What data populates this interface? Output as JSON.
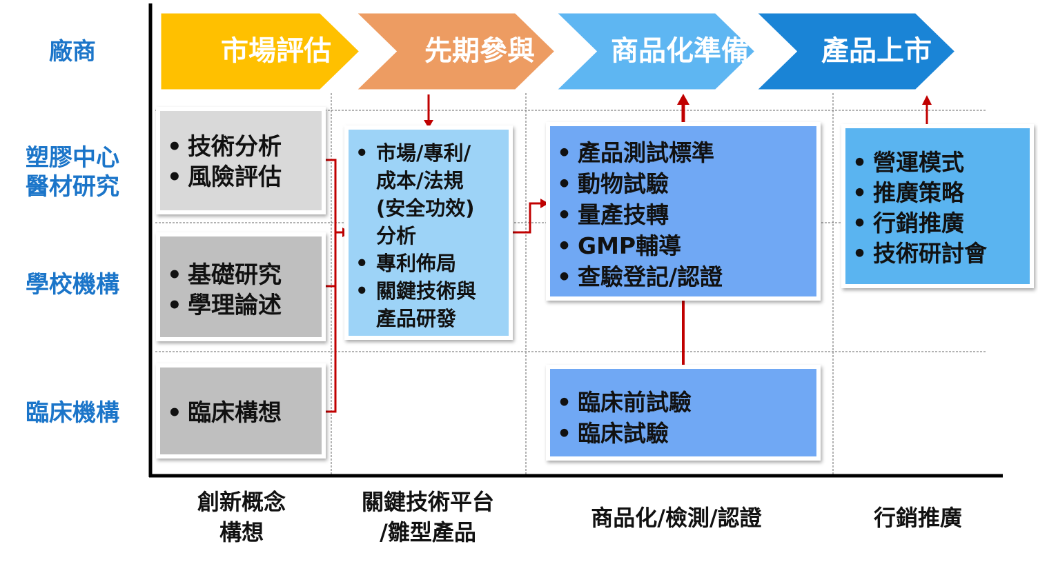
{
  "row_labels": {
    "vendor": "廠商",
    "plastics_center": [
      "塑膠中心",
      "醫材研究"
    ],
    "school": "學校機構",
    "clinical": "臨床機構"
  },
  "stages": [
    {
      "label": "市場評估",
      "color": "#ffc000"
    },
    {
      "label": "先期參與",
      "color": "#ed9c62"
    },
    {
      "label": "商品化準備",
      "color": "#5eb6f2"
    },
    {
      "label": "產品上市",
      "color": "#1a84d6"
    }
  ],
  "boxes": {
    "tech_analysis": {
      "items": [
        "技術分析",
        "風險評估"
      ],
      "color": "#d9d9d9"
    },
    "basic_research": {
      "items": [
        "基礎研究",
        "學理論述"
      ],
      "color": "#bfbfbf"
    },
    "clinical_concept": {
      "items": [
        "臨床構想"
      ],
      "color": "#bfbfbf"
    },
    "platform": {
      "items": [
        "市場/專利/成本/法規(安全功效)分析",
        "專利佈局",
        "關鍵技術與產品研發"
      ],
      "lines": [
        "市場/專利/",
        "成本/法規",
        "(安全功效)",
        "分析"
      ],
      "item3_lines": [
        "關鍵技術與",
        "產品研發"
      ],
      "color": "#9dd3f7"
    },
    "commercialization": {
      "items": [
        "產品測試標準",
        "動物試驗",
        "量產技轉",
        "GMP輔導",
        "查驗登記/認證"
      ],
      "color": "#70a8f4"
    },
    "preclinical": {
      "items": [
        "臨床前試驗",
        "臨床試驗"
      ],
      "color": "#70a8f4"
    },
    "marketing": {
      "items": [
        "營運模式",
        "推廣策略",
        "行銷推廣",
        "技術研討會"
      ],
      "color": "#5ab4f0"
    }
  },
  "column_labels": [
    [
      "創新概念",
      "構想"
    ],
    [
      "關鍵技術平台",
      "/雛型產品"
    ],
    [
      "商品化/檢測/認證"
    ],
    [
      "行銷推廣"
    ]
  ],
  "colors": {
    "label_blue": "#1b75c9",
    "arrow_red": "#c00000"
  }
}
